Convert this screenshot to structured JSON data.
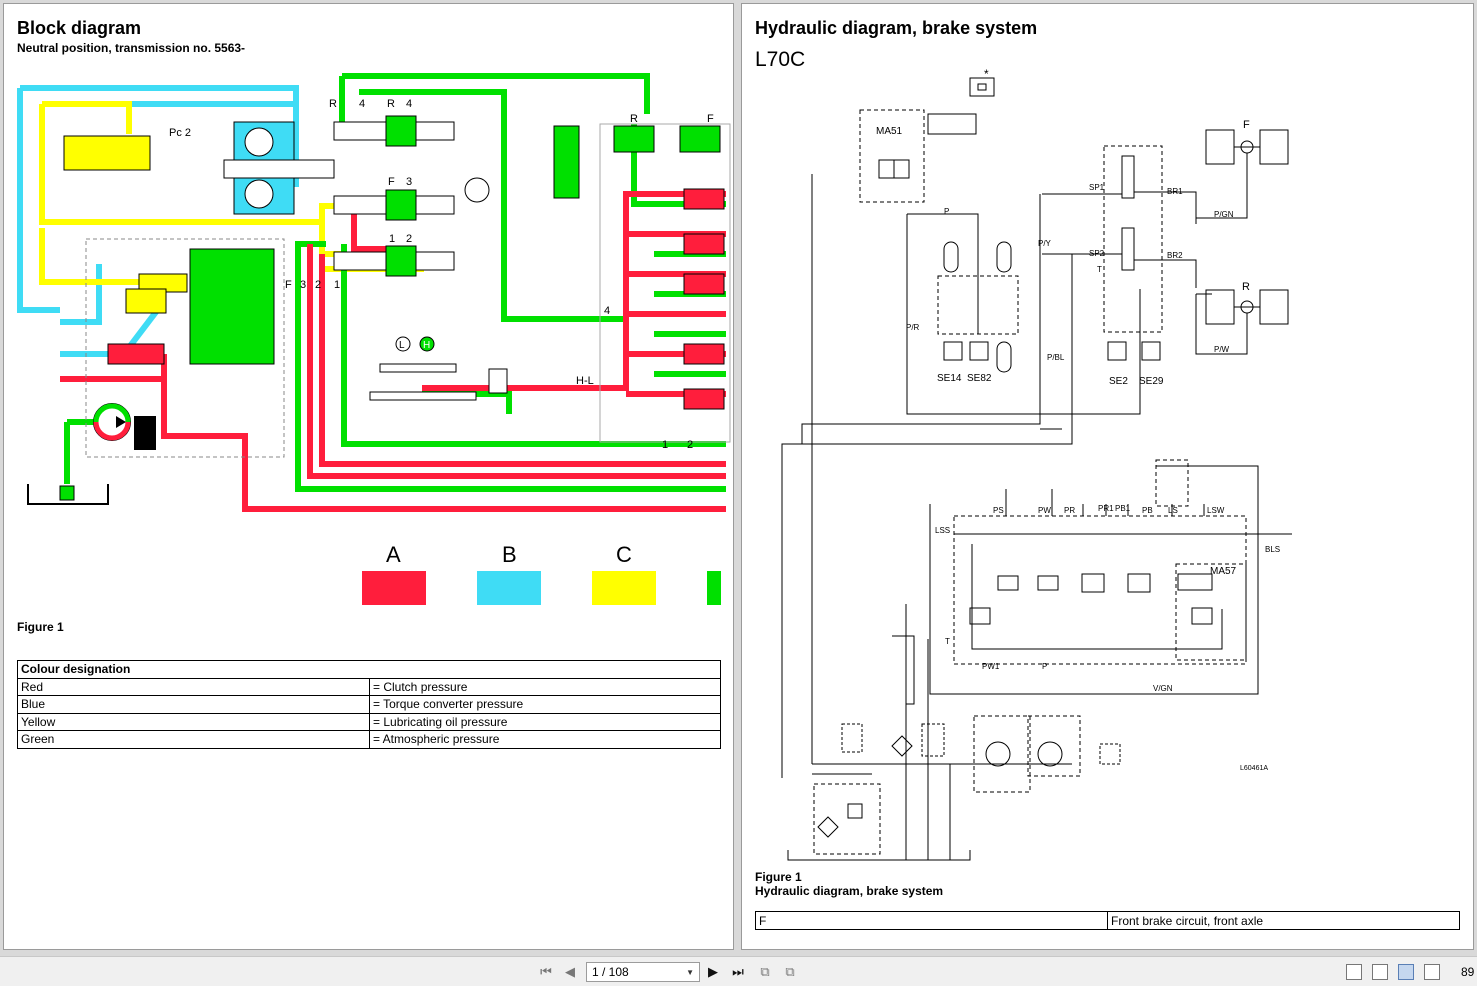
{
  "left_page": {
    "title": "Block diagram",
    "subtitle": "Neutral position, transmission no. 5563-",
    "figure_label": "Figure 1",
    "diagram_labels": {
      "pc2": "Pc 2",
      "r_top": "R",
      "r_4a": "4",
      "r_r": "R",
      "r_4b": "4",
      "f3_f": "F",
      "f3_3": "3",
      "one": "1",
      "two": "2",
      "f_row_f": "F",
      "f_row_3": "3",
      "f_row_2": "2",
      "f_row_1": "1",
      "four_mid": "4",
      "hl": "H-L",
      "L": "L",
      "H": "H",
      "r_valve": "R",
      "f_valve": "F",
      "bottom_1": "1",
      "bottom_2": "2"
    },
    "swatches": [
      {
        "label": "A",
        "color": "#ff1e3c"
      },
      {
        "label": "B",
        "color": "#3fdcf5"
      },
      {
        "label": "C",
        "color": "#ffff00"
      },
      {
        "label": "",
        "color": "#00e000"
      }
    ],
    "colour_table": {
      "header": "Colour designation",
      "rows": [
        {
          "name": "Red",
          "meaning": "= Clutch pressure"
        },
        {
          "name": "Blue",
          "meaning": "= Torque converter pressure"
        },
        {
          "name": "Yellow",
          "meaning": "= Lubricating oil pressure"
        },
        {
          "name": "Green",
          "meaning": "= Atmospheric pressure"
        }
      ]
    }
  },
  "right_page": {
    "title": "Hydraulic diagram, brake system",
    "model": "L70C",
    "figure_label": "Figure 1",
    "figure_caption": "Hydraulic diagram, brake system",
    "diagram_labels": {
      "ma51": "MA51",
      "ma57": "MA57",
      "se14": "SE14",
      "se82": "SE82",
      "se2": "SE2",
      "se29": "SE29",
      "f": "F",
      "r": "R",
      "sp1": "SP1",
      "sp2": "SP2",
      "br1": "BR1",
      "br2": "BR2",
      "p": "P",
      "py": "P/Y",
      "pr": "P/R",
      "pbl": "P/BL",
      "pgn": "P/GN",
      "pw": "P/W",
      "lss": "LSS",
      "bls": "BLS",
      "vgn": "V/GN",
      "ps": "PS",
      "pw_top": "PW",
      "pr_top": "PR",
      "pr1": "PR1",
      "pb1": "PB1",
      "pb": "PB",
      "ls": "LS",
      "lsw": "LSW",
      "pw1": "PW1",
      "p_bottom": "P",
      "t": "T",
      "t2": "T",
      "ref": "L60461A",
      "star": "*"
    },
    "legend": {
      "key": "F",
      "value": "Front brake circuit, front axle"
    }
  },
  "toolbar": {
    "page_indicator": "1 / 108",
    "zoom": "89",
    "icons": [
      "first-page-icon",
      "prev-page-icon",
      "next-page-icon",
      "last-page-icon",
      "rotate-ccw-icon",
      "rotate-cw-icon",
      "single-page-view-icon",
      "continuous-view-icon",
      "two-page-view-icon",
      "two-page-continuous-view-icon"
    ]
  }
}
